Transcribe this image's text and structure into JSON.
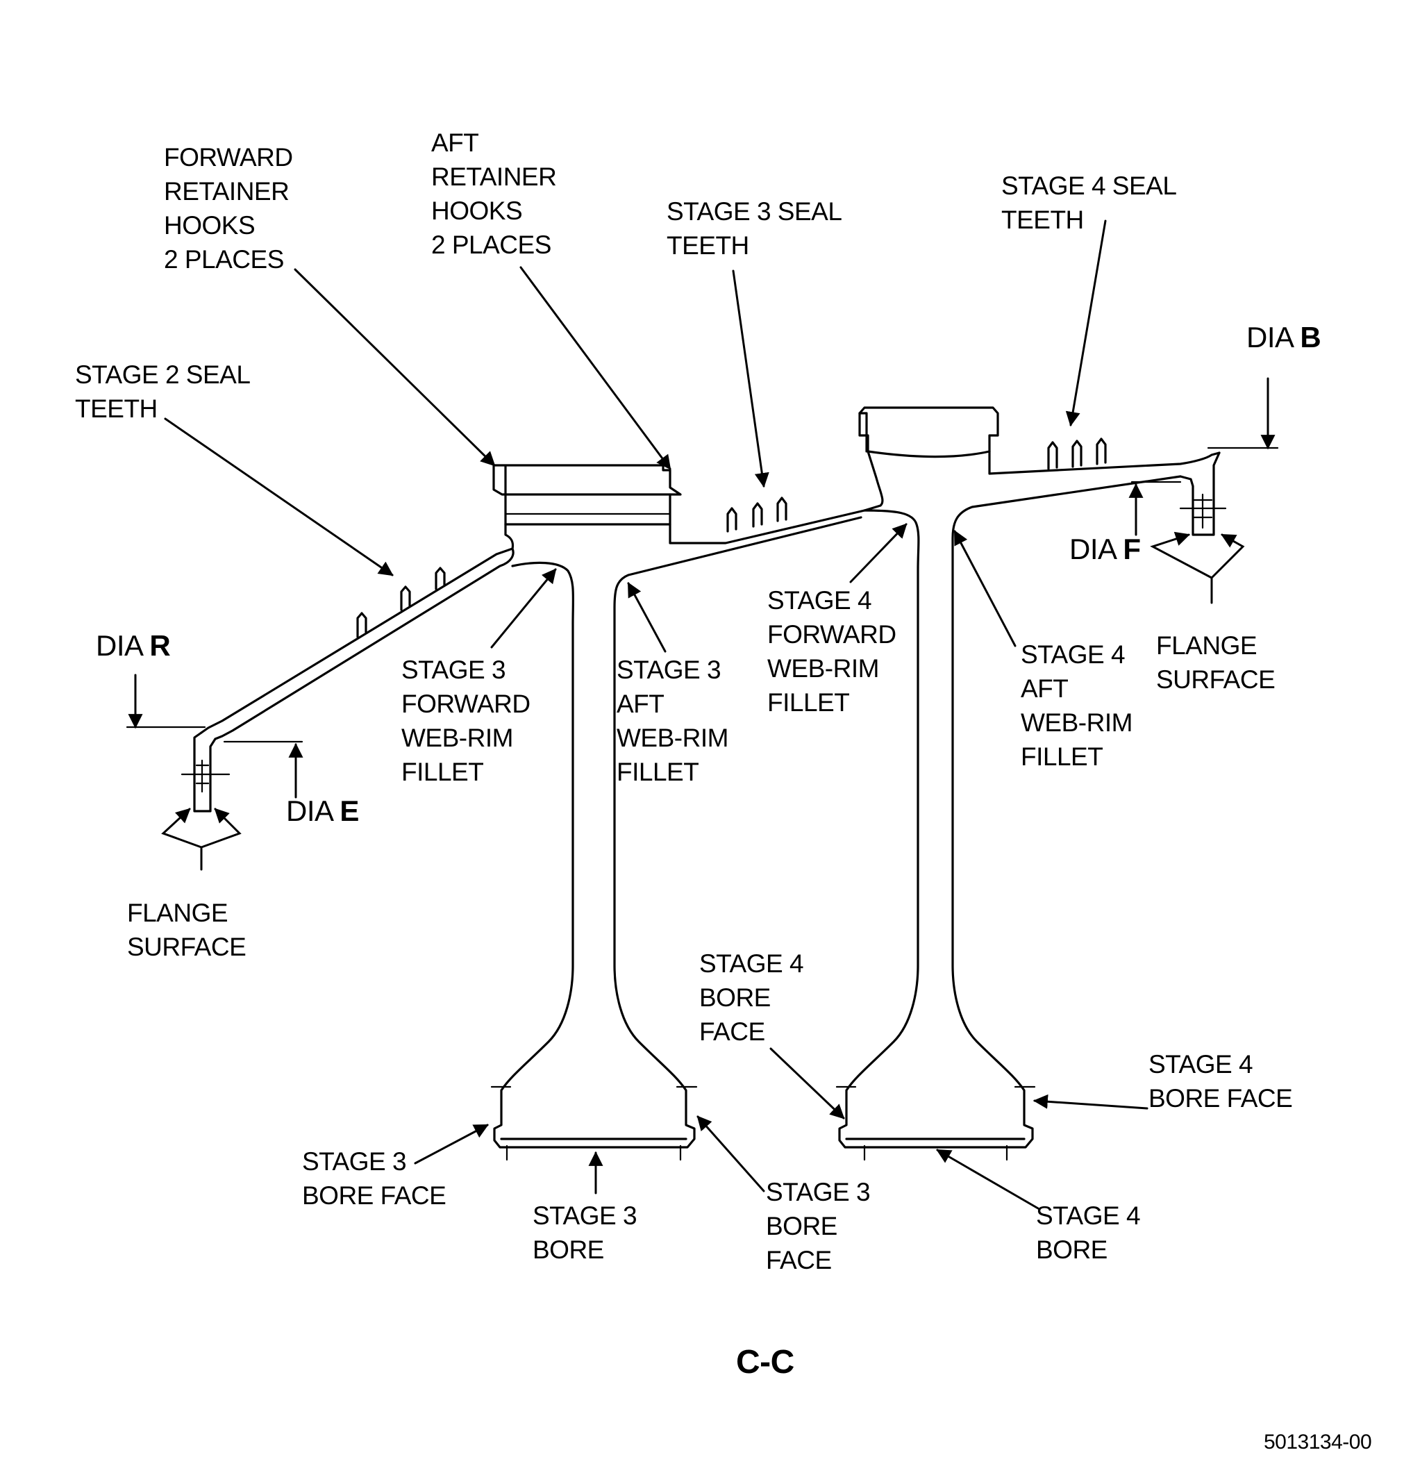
{
  "labels": {
    "fwd_hooks": "FORWARD\nRETAINER\nHOOKS\n2 PLACES",
    "aft_hooks": "AFT\nRETAINER\nHOOKS\n2 PLACES",
    "s3_seal": "STAGE 3 SEAL\nTEETH",
    "s4_seal": "STAGE 4 SEAL\nTEETH",
    "s2_seal": "STAGE 2 SEAL\nTEETH",
    "s3_fwd_fillet": "STAGE 3\nFORWARD\nWEB-RIM\nFILLET",
    "s3_aft_fillet": "STAGE 3\nAFT\nWEB-RIM\nFILLET",
    "s4_fwd_fillet": "STAGE 4\nFORWARD\nWEB-RIM\nFILLET",
    "s4_aft_fillet": "STAGE 4\nAFT\nWEB-RIM\nFILLET",
    "flange_right": "FLANGE\nSURFACE",
    "flange_left": "FLANGE\nSURFACE",
    "s4_bore_face_top": "STAGE 4\nBORE\nFACE",
    "s4_bore_face_right": "STAGE 4\nBORE FACE",
    "s3_bore_face_left": "STAGE 3\nBORE FACE",
    "s3_bore": "STAGE 3\nBORE",
    "s3_bore_face_right": "STAGE 3\nBORE\nFACE",
    "s4_bore": "STAGE 4\nBORE"
  },
  "dimensions": {
    "dia_prefix": "DIA",
    "dia_b": "B",
    "dia_f": "F",
    "dia_r": "R",
    "dia_e": "E"
  },
  "section_label": "C-C",
  "doc_number": "5013134-00"
}
